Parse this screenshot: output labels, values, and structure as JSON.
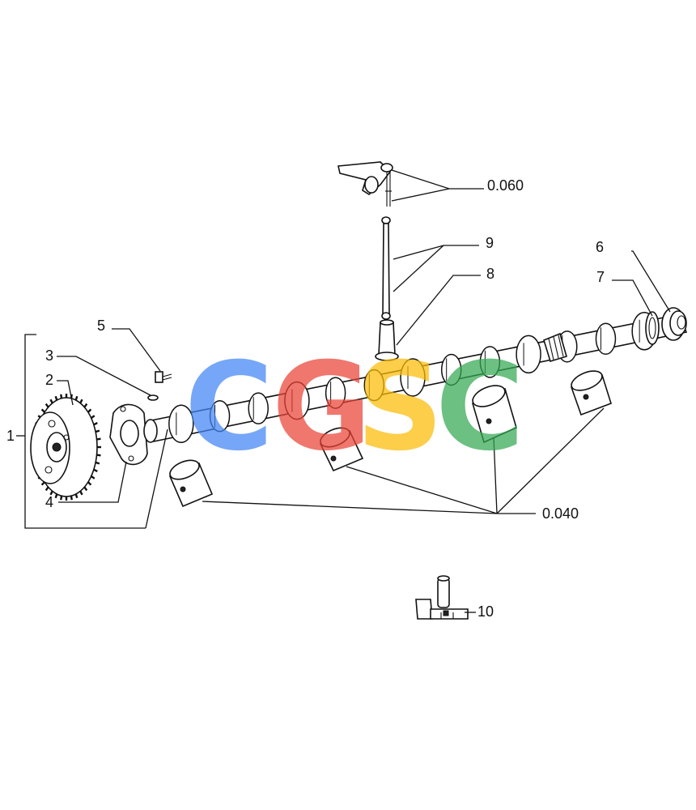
{
  "labels": {
    "l1": "1",
    "l2": "2",
    "l3": "3",
    "l4": "4",
    "l5": "5",
    "l6": "6",
    "l7": "7",
    "l8": "8",
    "l9": "9",
    "l10": "10",
    "l0060": "0.060",
    "l0040": "0.040"
  },
  "watermark": {
    "letters": [
      "C",
      "G",
      "S",
      "C"
    ],
    "colors": [
      "#4285F4",
      "#EA4335",
      "#FBBC05",
      "#34A853"
    ]
  }
}
